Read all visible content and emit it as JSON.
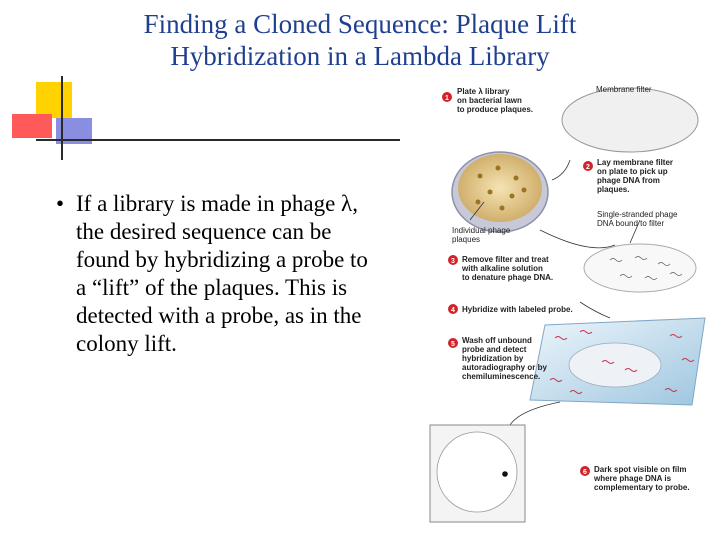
{
  "slide": {
    "title_line1": "Finding a Cloned Sequence: Plaque Lift",
    "title_line2": "Hybridization in a Lambda Library",
    "bullet_marker": "•",
    "bullet_text": "If a library is made in phage λ, the desired sequence can be found by hybridizing a probe to a “lift” of the plaques. This is detected with a probe, as in the colony lift."
  },
  "figure": {
    "membrane_label": "Membrane filter",
    "plaques_label": [
      "Individual phage",
      "plaques"
    ],
    "ssdna_label": [
      "Single-stranded phage",
      "DNA bound to filter"
    ],
    "steps": [
      {
        "num": "1",
        "lines": [
          "Plate λ library",
          "on bacterial lawn",
          "to produce plaques."
        ]
      },
      {
        "num": "2",
        "lines": [
          "Lay membrane filter",
          "on plate to pick up",
          "phage DNA from",
          "plaques."
        ]
      },
      {
        "num": "3",
        "lines": [
          "Remove filter and treat",
          "with alkaline solution",
          "to denature phage DNA."
        ]
      },
      {
        "num": "4",
        "lines": [
          "Hybridize with labeled probe."
        ]
      },
      {
        "num": "5",
        "lines": [
          "Wash off unbound",
          "probe and detect",
          "hybridization by",
          "autoradiography or by",
          "chemiluminescence."
        ]
      },
      {
        "num": "6",
        "lines": [
          "Dark spot visible on film",
          "where phage DNA is",
          "complementary to probe."
        ]
      }
    ],
    "colors": {
      "step_circle": "#d2232a",
      "probe": "#c8324a",
      "title": "#1f3f8f"
    }
  }
}
